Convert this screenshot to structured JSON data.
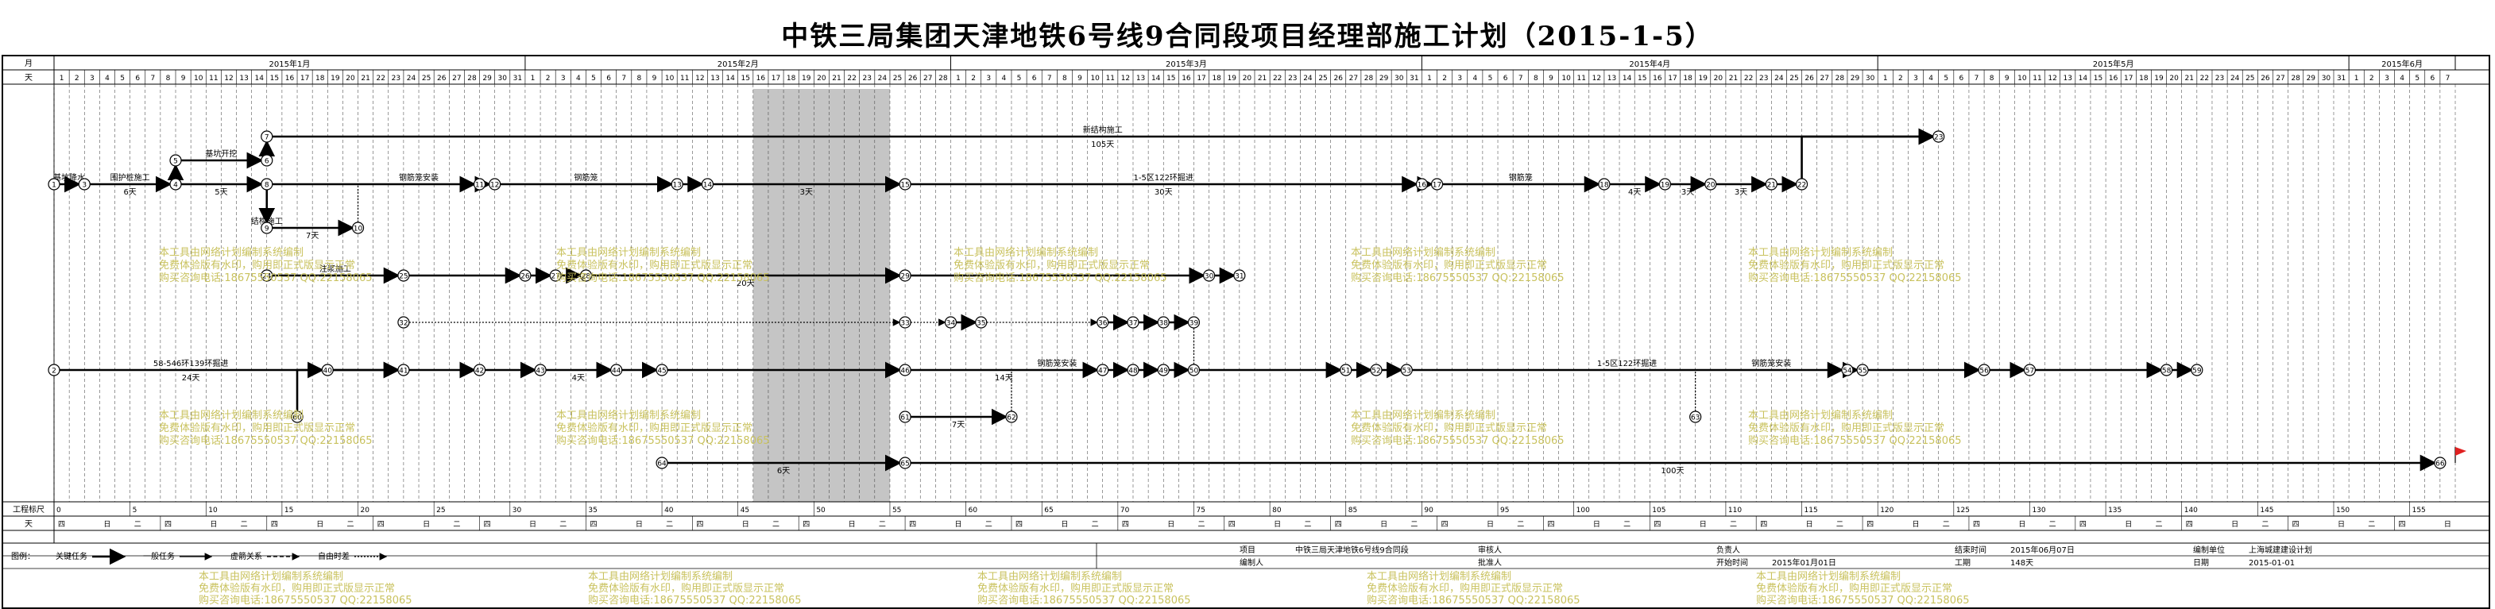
{
  "title": "中铁三局集团天津地铁6号线9合同段项目经理部施工计划（2015-1-5）",
  "header": {
    "month_label": "月",
    "day_label": "天",
    "months": [
      {
        "label": "2015年1月",
        "days": 31
      },
      {
        "label": "2015年2月",
        "days": 28
      },
      {
        "label": "2015年3月",
        "days": 31
      },
      {
        "label": "2015年4月",
        "days": 30
      },
      {
        "label": "2015年5月",
        "days": 31
      },
      {
        "label": "2015年6月",
        "days": 7
      }
    ]
  },
  "footer": {
    "project_day_label": "工程标尺",
    "week_label": "天",
    "project_ticks": [
      "0",
      "5",
      "10",
      "15",
      "20",
      "25",
      "30",
      "35",
      "40",
      "45",
      "50",
      "55",
      "60",
      "65",
      "70",
      "75",
      "80",
      "85",
      "90",
      "95",
      "100",
      "105",
      "110",
      "115",
      "120",
      "125",
      "130",
      "135",
      "140",
      "145",
      "150",
      "155"
    ],
    "weekdays": [
      "四",
      "五",
      "六",
      "日",
      "一",
      "二",
      "三"
    ]
  },
  "network": {
    "shaded_days": [
      46,
      55
    ],
    "nodes": [
      {
        "id": "1",
        "day": 0,
        "lane": 2
      },
      {
        "id": "2",
        "day": 0,
        "lane": 6
      },
      {
        "id": "3",
        "day": 2,
        "lane": 2
      },
      {
        "id": "4",
        "day": 8,
        "lane": 2
      },
      {
        "id": "5",
        "day": 8,
        "lane": 1
      },
      {
        "id": "6",
        "day": 14,
        "lane": 1
      },
      {
        "id": "7",
        "day": 14,
        "lane": 0
      },
      {
        "id": "8",
        "day": 14,
        "lane": 2
      },
      {
        "id": "9",
        "day": 14,
        "lane": 3
      },
      {
        "id": "10",
        "day": 20,
        "lane": 3
      },
      {
        "id": "11",
        "day": 28,
        "lane": 2
      },
      {
        "id": "12",
        "day": 29,
        "lane": 2
      },
      {
        "id": "13",
        "day": 41,
        "lane": 2
      },
      {
        "id": "14",
        "day": 43,
        "lane": 2
      },
      {
        "id": "15",
        "day": 56,
        "lane": 2
      },
      {
        "id": "16",
        "day": 90,
        "lane": 2
      },
      {
        "id": "17",
        "day": 91,
        "lane": 2
      },
      {
        "id": "18",
        "day": 102,
        "lane": 2
      },
      {
        "id": "19",
        "day": 106,
        "lane": 2
      },
      {
        "id": "20",
        "day": 109,
        "lane": 2
      },
      {
        "id": "21",
        "day": 113,
        "lane": 2
      },
      {
        "id": "22",
        "day": 115,
        "lane": 2
      },
      {
        "id": "23",
        "day": 124,
        "lane": 0
      },
      {
        "id": "24",
        "day": 14,
        "lane": 4
      },
      {
        "id": "25",
        "day": 23,
        "lane": 4
      },
      {
        "id": "26",
        "day": 31,
        "lane": 4
      },
      {
        "id": "27",
        "day": 33,
        "lane": 4
      },
      {
        "id": "28",
        "day": 35,
        "lane": 4
      },
      {
        "id": "29",
        "day": 56,
        "lane": 4
      },
      {
        "id": "30",
        "day": 76,
        "lane": 4
      },
      {
        "id": "31",
        "day": 78,
        "lane": 4
      },
      {
        "id": "32",
        "day": 23,
        "lane": 5
      },
      {
        "id": "33",
        "day": 56,
        "lane": 5
      },
      {
        "id": "34",
        "day": 59,
        "lane": 5
      },
      {
        "id": "35",
        "day": 61,
        "lane": 5
      },
      {
        "id": "36",
        "day": 69,
        "lane": 5
      },
      {
        "id": "37",
        "day": 71,
        "lane": 5
      },
      {
        "id": "38",
        "day": 73,
        "lane": 5
      },
      {
        "id": "39",
        "day": 75,
        "lane": 5
      },
      {
        "id": "40",
        "day": 18,
        "lane": 6
      },
      {
        "id": "41",
        "day": 23,
        "lane": 6
      },
      {
        "id": "42",
        "day": 28,
        "lane": 6
      },
      {
        "id": "43",
        "day": 32,
        "lane": 6
      },
      {
        "id": "44",
        "day": 37,
        "lane": 6
      },
      {
        "id": "45",
        "day": 40,
        "lane": 6
      },
      {
        "id": "46",
        "day": 56,
        "lane": 6
      },
      {
        "id": "47",
        "day": 69,
        "lane": 6
      },
      {
        "id": "48",
        "day": 71,
        "lane": 6
      },
      {
        "id": "49",
        "day": 73,
        "lane": 6
      },
      {
        "id": "50",
        "day": 75,
        "lane": 6
      },
      {
        "id": "51",
        "day": 85,
        "lane": 6
      },
      {
        "id": "52",
        "day": 87,
        "lane": 6
      },
      {
        "id": "53",
        "day": 89,
        "lane": 6
      },
      {
        "id": "54",
        "day": 118,
        "lane": 6
      },
      {
        "id": "55",
        "day": 119,
        "lane": 6
      },
      {
        "id": "56",
        "day": 127,
        "lane": 6
      },
      {
        "id": "57",
        "day": 130,
        "lane": 6
      },
      {
        "id": "58",
        "day": 139,
        "lane": 6
      },
      {
        "id": "59",
        "day": 141,
        "lane": 6
      },
      {
        "id": "60",
        "day": 16,
        "lane": 7
      },
      {
        "id": "61",
        "day": 56,
        "lane": 7
      },
      {
        "id": "62",
        "day": 63,
        "lane": 7
      },
      {
        "id": "63",
        "day": 108,
        "lane": 7
      },
      {
        "id": "64",
        "day": 40,
        "lane": 8
      },
      {
        "id": "65",
        "day": 56,
        "lane": 8
      },
      {
        "id": "66",
        "day": 157,
        "lane": 8
      }
    ],
    "arrows": [
      {
        "from": "1",
        "to": "3",
        "label": "基坑降水",
        "dur": "",
        "type": "critical"
      },
      {
        "from": "3",
        "to": "4",
        "label": "围护桩施工",
        "dur": "6天",
        "type": "critical"
      },
      {
        "from": "4",
        "to": "5",
        "label": "",
        "dur": "",
        "type": "critical"
      },
      {
        "from": "5",
        "to": "6",
        "label": "基坑开挖",
        "dur": "",
        "type": "critical"
      },
      {
        "from": "6",
        "to": "7",
        "label": "",
        "dur": "",
        "type": "critical"
      },
      {
        "from": "7",
        "to": "23",
        "label": "新结构施工",
        "dur": "105天",
        "type": "critical"
      },
      {
        "from": "4",
        "to": "8",
        "label": "",
        "dur": "5天",
        "type": "critical"
      },
      {
        "from": "8",
        "to": "11",
        "label": "",
        "dur": "",
        "type": "critical"
      },
      {
        "from": "8",
        "to": "9",
        "label": "结构施工",
        "dur": "",
        "type": "critical"
      },
      {
        "from": "9",
        "to": "10",
        "label": "",
        "dur": "7天",
        "type": "critical"
      },
      {
        "from": "10",
        "to": "11",
        "label": "钢筋笼安装",
        "dur": "",
        "type": "free"
      },
      {
        "from": "11",
        "to": "12",
        "label": "",
        "dur": "",
        "type": "critical"
      },
      {
        "from": "12",
        "to": "13",
        "label": "钢筋笼",
        "dur": "",
        "type": "critical"
      },
      {
        "from": "13",
        "to": "14",
        "label": "",
        "dur": "",
        "type": "critical"
      },
      {
        "from": "14",
        "to": "15",
        "label": "",
        "dur": "3天",
        "type": "critical"
      },
      {
        "from": "15",
        "to": "16",
        "label": "1-5区122环掘进",
        "dur": "30天",
        "type": "critical"
      },
      {
        "from": "16",
        "to": "17",
        "label": "",
        "dur": "",
        "type": "critical"
      },
      {
        "from": "17",
        "to": "18",
        "label": "钢筋笼",
        "dur": "",
        "type": "critical"
      },
      {
        "from": "18",
        "to": "19",
        "label": "",
        "dur": "4天",
        "type": "critical"
      },
      {
        "from": "19",
        "to": "20",
        "label": "",
        "dur": "3天",
        "type": "critical"
      },
      {
        "from": "20",
        "to": "21",
        "label": "",
        "dur": "3天",
        "type": "critical"
      },
      {
        "from": "21",
        "to": "22",
        "label": "",
        "dur": "",
        "type": "critical"
      },
      {
        "from": "22",
        "to": "23",
        "label": "",
        "dur": "",
        "type": "critical"
      },
      {
        "from": "24",
        "to": "25",
        "label": "注浆施工",
        "dur": "",
        "type": "critical"
      },
      {
        "from": "25",
        "to": "26",
        "label": "",
        "dur": "",
        "type": "critical"
      },
      {
        "from": "26",
        "to": "27",
        "label": "",
        "dur": "",
        "type": "critical"
      },
      {
        "from": "27",
        "to": "28",
        "label": "",
        "dur": "",
        "type": "critical"
      },
      {
        "from": "28",
        "to": "29",
        "label": "",
        "dur": "20天",
        "type": "critical"
      },
      {
        "from": "29",
        "to": "30",
        "label": "",
        "dur": "",
        "type": "critical"
      },
      {
        "from": "30",
        "to": "31",
        "label": "",
        "dur": "",
        "type": "critical"
      },
      {
        "from": "32",
        "to": "33",
        "label": "",
        "dur": "",
        "type": "free"
      },
      {
        "from": "33",
        "to": "34",
        "label": "",
        "dur": "",
        "type": "free"
      },
      {
        "from": "34",
        "to": "35",
        "label": "",
        "dur": "",
        "type": "critical"
      },
      {
        "from": "35",
        "to": "36",
        "label": "",
        "dur": "",
        "type": "free"
      },
      {
        "from": "36",
        "to": "37",
        "label": "",
        "dur": "",
        "type": "critical"
      },
      {
        "from": "37",
        "to": "38",
        "label": "",
        "dur": "",
        "type": "critical"
      },
      {
        "from": "38",
        "to": "39",
        "label": "",
        "dur": "",
        "type": "critical"
      },
      {
        "from": "39",
        "to": "54",
        "label": "",
        "dur": "",
        "type": "free"
      },
      {
        "from": "2",
        "to": "40",
        "label": "58-546环139环掘进",
        "dur": "24天",
        "type": "critical"
      },
      {
        "from": "40",
        "to": "41",
        "label": "",
        "dur": "",
        "type": "critical"
      },
      {
        "from": "41",
        "to": "42",
        "label": "",
        "dur": "",
        "type": "critical"
      },
      {
        "from": "42",
        "to": "43",
        "label": "",
        "dur": "",
        "type": "critical"
      },
      {
        "from": "43",
        "to": "44",
        "label": "",
        "dur": "4天",
        "type": "critical"
      },
      {
        "from": "44",
        "to": "45",
        "label": "",
        "dur": "",
        "type": "critical"
      },
      {
        "from": "45",
        "to": "46",
        "label": "",
        "dur": "",
        "type": "critical"
      },
      {
        "from": "46",
        "to": "47",
        "label": "",
        "dur": "14天",
        "type": "critical"
      },
      {
        "from": "47",
        "to": "48",
        "label": "",
        "dur": "",
        "type": "critical"
      },
      {
        "from": "48",
        "to": "49",
        "label": "",
        "dur": "",
        "type": "critical"
      },
      {
        "from": "49",
        "to": "50",
        "label": "",
        "dur": "",
        "type": "critical"
      },
      {
        "from": "50",
        "to": "51",
        "label": "",
        "dur": "",
        "type": "critical"
      },
      {
        "from": "51",
        "to": "52",
        "label": "",
        "dur": "",
        "type": "critical"
      },
      {
        "from": "52",
        "to": "53",
        "label": "",
        "dur": "",
        "type": "critical"
      },
      {
        "from": "53",
        "to": "54",
        "label": "1-5区122环掘进",
        "dur": "",
        "type": "critical"
      },
      {
        "from": "54",
        "to": "55",
        "label": "",
        "dur": "",
        "type": "critical"
      },
      {
        "from": "55",
        "to": "56",
        "label": "",
        "dur": "",
        "type": "critical"
      },
      {
        "from": "56",
        "to": "57",
        "label": "",
        "dur": "",
        "type": "critical"
      },
      {
        "from": "57",
        "to": "58",
        "label": "",
        "dur": "",
        "type": "critical"
      },
      {
        "from": "58",
        "to": "59",
        "label": "",
        "dur": "",
        "type": "critical"
      },
      {
        "from": "60",
        "to": "41",
        "label": "",
        "dur": "",
        "type": "critical"
      },
      {
        "from": "61",
        "to": "62",
        "label": "",
        "dur": "7天",
        "type": "critical"
      },
      {
        "from": "62",
        "to": "47",
        "label": "钢筋笼安装",
        "dur": "",
        "type": "free"
      },
      {
        "from": "63",
        "to": "54",
        "label": "钢筋笼安装",
        "dur": "",
        "type": "free"
      },
      {
        "from": "64",
        "to": "65",
        "label": "",
        "dur": "6天",
        "type": "critical"
      },
      {
        "from": "65",
        "to": "66",
        "label": "",
        "dur": "100天",
        "type": "critical"
      }
    ],
    "watermarks": [
      "本工具由网络计划编制系统编制",
      "免费体验版有水印，购用即正式版显示正常",
      "购买咨询电话:18675550537 QQ:22158065"
    ]
  },
  "legend": {
    "title": "图例：",
    "items": [
      {
        "label": "关键任务",
        "type": "critical"
      },
      {
        "label": "一般任务",
        "type": "normal"
      },
      {
        "label": "虚箭关系",
        "type": "dummy"
      },
      {
        "label": "自由时差",
        "type": "free"
      }
    ]
  },
  "info": {
    "cells": [
      {
        "key": "项目",
        "value": "中铁三局天津地铁6号线9合同段"
      },
      {
        "key": "编制人",
        "value": ""
      },
      {
        "key": "审核人",
        "value": ""
      },
      {
        "key": "批准人",
        "value": ""
      },
      {
        "key": "负责人",
        "value": ""
      },
      {
        "key": "开始时间",
        "value": "2015年01月01日"
      },
      {
        "key": "结束时间",
        "value": "2015年06月07日"
      },
      {
        "key": "工期",
        "value": "148天"
      },
      {
        "key": "编制单位",
        "value": "上海城建建设计划"
      },
      {
        "key": "日期",
        "value": "2015-01-01"
      }
    ]
  },
  "colors": {
    "shade": "#b7b7b7",
    "watermark": "#c9c25e",
    "flag": "#e02020",
    "line": "#000000"
  }
}
